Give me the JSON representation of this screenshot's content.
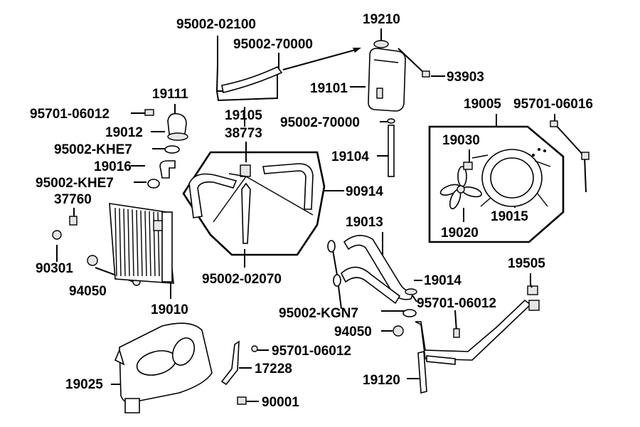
{
  "diagram": {
    "labels": {
      "p95002_02100": "95002-02100",
      "p95002_70000_top": "95002-70000",
      "p19210": "19210",
      "p93903": "93903",
      "p19101": "19101",
      "p19111": "19111",
      "p95701_06012_a": "95701-06012",
      "p19012": "19012",
      "p95002_KHE7_a": "95002-KHE7",
      "p19016": "19016",
      "p95002_KHE7_b": "95002-KHE7",
      "p37760": "37760",
      "p90301": "90301",
      "p94050_a": "94050",
      "p19010": "19010",
      "p19105": "19105",
      "p38773": "38773",
      "p95002_70000_mid": "95002-70000",
      "p19104": "19104",
      "p90914": "90914",
      "p95002_02070": "95002-02070",
      "p19005": "19005",
      "p95701_06016": "95701-06016",
      "p19030": "19030",
      "p19015": "19015",
      "p19020": "19020",
      "p19013": "19013",
      "p19014": "19014",
      "p95002_KGN7": "95002-KGN7",
      "p95701_06012_b": "95701-06012",
      "p94050_b": "94050",
      "p19505": "19505",
      "p19025": "19025",
      "p95701_06012_c": "95701-06012",
      "p17228": "17228",
      "p90001": "90001",
      "p19120": "19120"
    }
  }
}
